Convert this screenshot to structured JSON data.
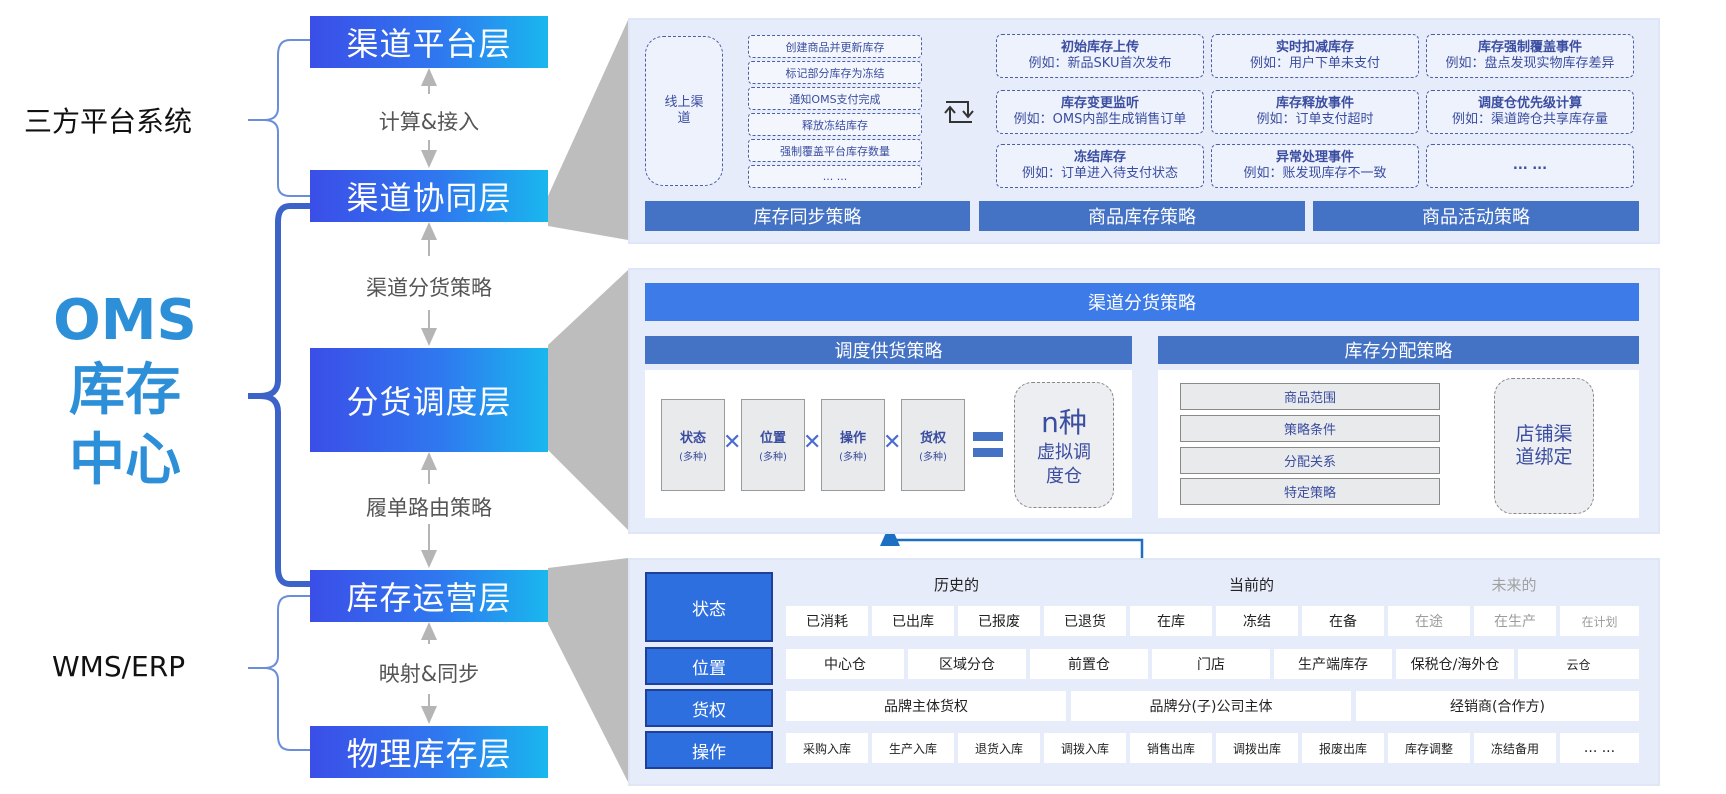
{
  "left": {
    "third_party": "三方平台系统",
    "oms_lines": [
      "OMS",
      "库存",
      "中心"
    ],
    "wms": "WMS/ERP"
  },
  "layers": [
    "渠道平台层",
    "渠道协同层",
    "分货调度层",
    "库存运营层",
    "物理库存层"
  ],
  "between": [
    "计算&接入",
    "渠道分货策略",
    "履单路由策略",
    "映射&同步"
  ],
  "top_panel": {
    "online_channel": "线上渠道",
    "channel_actions": [
      "创建商品并更新库存",
      "标记部分库存为冻结",
      "通知OMS支付完成",
      "释放冻结库存",
      "强制覆盖平台库存数量",
      "... ..."
    ],
    "sync_icon": "sync-icon",
    "events": [
      {
        "title": "初始库存上传",
        "example": "例如：新品SKU首次发布"
      },
      {
        "title": "实时扣减库存",
        "example": "例如：用户下单未支付"
      },
      {
        "title": "库存强制覆盖事件",
        "example": "例如：盘点发现实物库存差异"
      },
      {
        "title": "库存变更监听",
        "example": "例如：OMS内部生成销售订单"
      },
      {
        "title": "库存释放事件",
        "example": "例如：订单支付超时"
      },
      {
        "title": "调度仓优先级计算",
        "example": "例如：渠道跨仓共享库存量"
      },
      {
        "title": "冻结库存",
        "example": "例如：订单进入待支付状态"
      },
      {
        "title": "异常处理事件",
        "example": "例如：账发现库存不一致"
      },
      {
        "title": "... ...",
        "example": ""
      }
    ],
    "bars": [
      "库存同步策略",
      "商品库存策略",
      "商品活动策略"
    ]
  },
  "mid_panel": {
    "header": "渠道分货策略",
    "left_title": "调度供货策略",
    "right_title": "库存分配策略",
    "factors": [
      {
        "name": "状态",
        "sub": "(多种)"
      },
      {
        "name": "位置",
        "sub": "(多种)"
      },
      {
        "name": "操作",
        "sub": "(多种)"
      },
      {
        "name": "货权",
        "sub": "(多种)"
      }
    ],
    "virtual_line1": "n种",
    "virtual_line2": "虚拟调度仓",
    "strategies": [
      "商品范围",
      "策略条件",
      "分配关系",
      "特定策略"
    ],
    "store_binding": "店铺渠道绑定"
  },
  "bottom_panel": {
    "rows": [
      "状态",
      "位置",
      "货权",
      "操作"
    ],
    "status_groups": [
      "历史的",
      "当前的",
      "未来的"
    ],
    "status_cells": [
      {
        "text": "已消耗",
        "future": false
      },
      {
        "text": "已出库",
        "future": false
      },
      {
        "text": "已报废",
        "future": false
      },
      {
        "text": "已退货",
        "future": false
      },
      {
        "text": "在库",
        "future": false
      },
      {
        "text": "冻结",
        "future": false
      },
      {
        "text": "在备",
        "future": false
      },
      {
        "text": "在途",
        "future": true
      },
      {
        "text": "在生产",
        "future": true
      },
      {
        "text": "在计划",
        "future": true
      }
    ],
    "location_cells": [
      "中心仓",
      "区域分仓",
      "前置仓",
      "门店",
      "生产端库存",
      "保税仓/海外仓",
      "云仓"
    ],
    "ownership_cells": [
      "品牌主体货权",
      "品牌分(子)公司主体",
      "经销商(合作方)"
    ],
    "operation_cells": [
      "采购入库",
      "生产入库",
      "退货入库",
      "调拨入库",
      "销售出库",
      "调拨出库",
      "报废出库",
      "库存调整",
      "冻结备用",
      "... ..."
    ]
  },
  "colors": {
    "bar_blue": "#4472c4",
    "row_head_blue": "#2e6fe0",
    "panel_bg": "#e6ecfa",
    "oms_text": "#2d8fd8",
    "arrow_blue": "#1d6fc4"
  }
}
